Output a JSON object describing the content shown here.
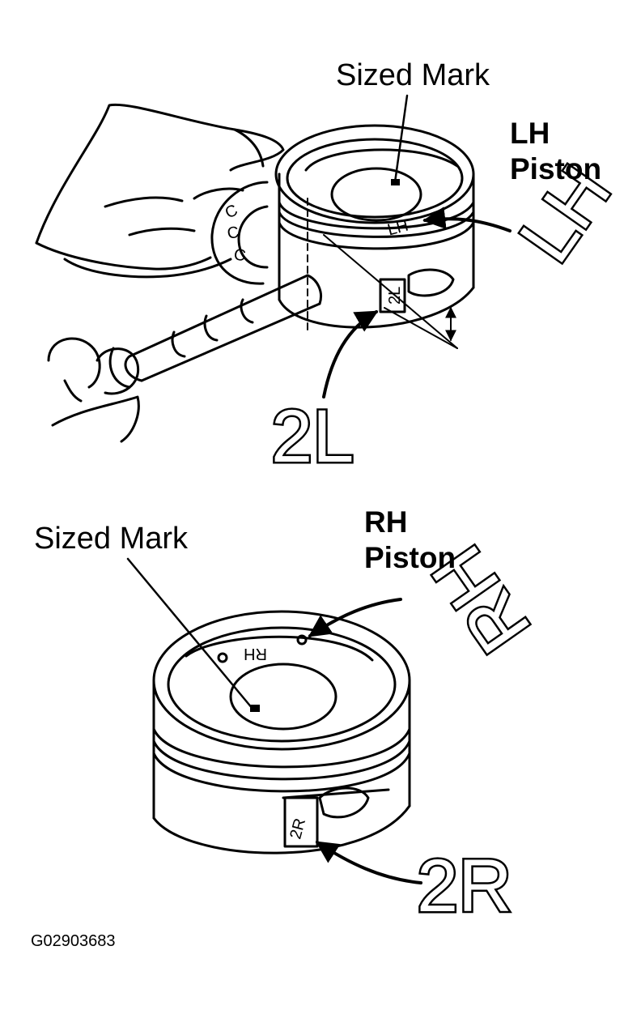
{
  "top": {
    "sized_mark": "Sized Mark",
    "piston_line1": "LH",
    "piston_line2": "Piston",
    "rotated_mark": "LH",
    "large_code": "2L",
    "small_code": "2L"
  },
  "bottom": {
    "sized_mark": "Sized Mark",
    "piston_line1": "RH",
    "piston_line2": "Piston",
    "rotated_mark": "RH",
    "large_code": "2R",
    "small_code": "2R"
  },
  "figure_id": "G02903683"
}
